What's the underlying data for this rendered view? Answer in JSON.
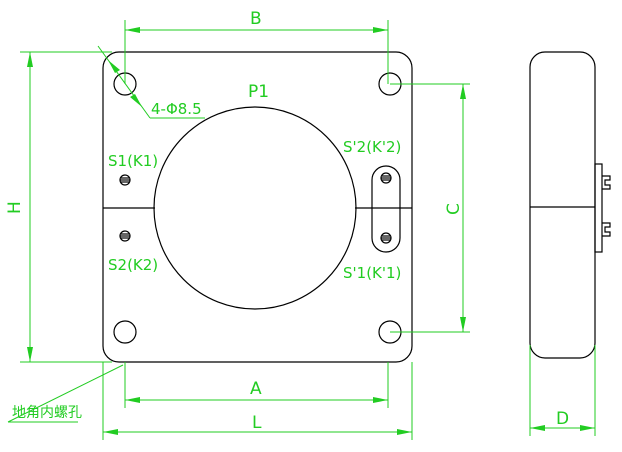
{
  "colors": {
    "outline": "#000000",
    "dimension": "#22cc22"
  },
  "labels": {
    "title": "P1",
    "s1": "S1(K1)",
    "s2": "S2(K2)",
    "s2p": "S'2(K'2)",
    "s1p": "S'1(K'1)",
    "hole_note": "4-Φ8.5",
    "corner_note": "地角内螺孔"
  },
  "dimensions": {
    "A": "A",
    "B": "B",
    "C": "C",
    "D": "D",
    "H": "H",
    "L": "L"
  }
}
